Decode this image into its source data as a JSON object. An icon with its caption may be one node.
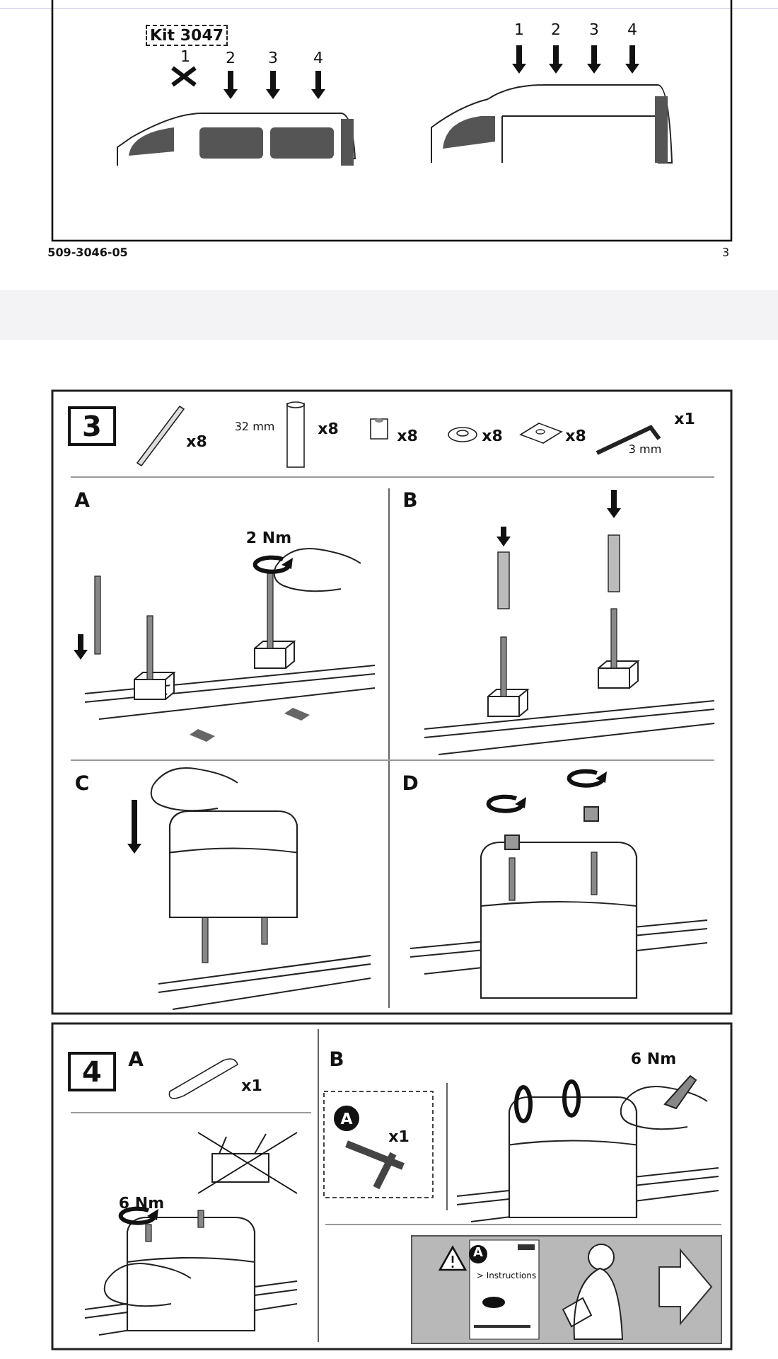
{
  "diagram": {
    "labels": [
      "Kit 3047",
      "1",
      "2",
      "3",
      "4",
      "1",
      "2",
      "3",
      "4",
      "509-3046-05",
      "3",
      "3",
      "x8",
      "32 mm",
      "x8",
      "x8",
      "x8",
      "x8",
      "x1",
      "3 mm",
      "A",
      "2 Nm",
      "B",
      "C",
      "D",
      "4",
      "A",
      "x1",
      "B",
      "6 Nm",
      "x1",
      "A",
      "6 Nm",
      "A",
      "> Instructions"
    ]
  }
}
